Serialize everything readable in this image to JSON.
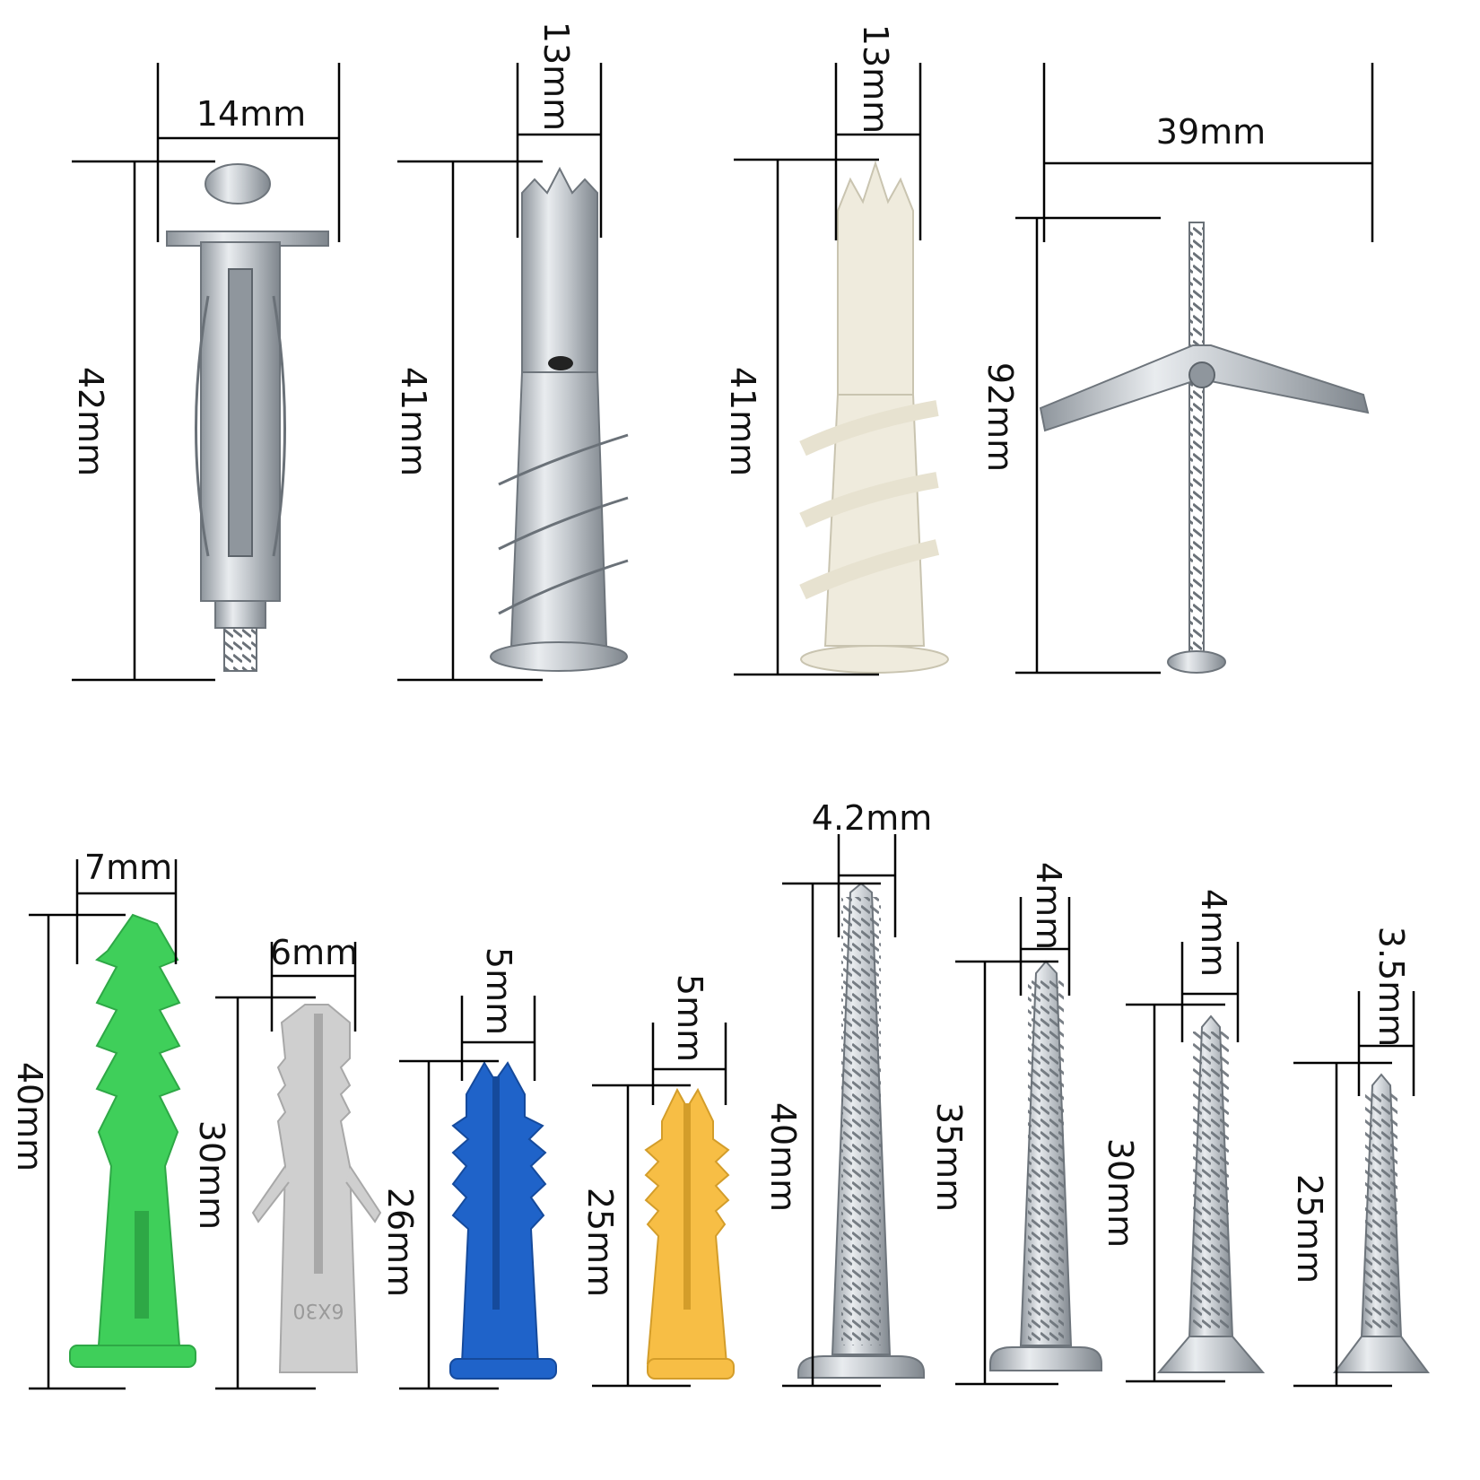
{
  "items": [
    {
      "id": "molly-bolt",
      "width_label": "14mm",
      "length_label": "42mm"
    },
    {
      "id": "metal-drywall-anchor",
      "width_label": "13mm",
      "length_label": "41mm"
    },
    {
      "id": "plastic-drywall-anchor",
      "width_label": "13mm",
      "length_label": "41mm"
    },
    {
      "id": "toggle-bolt",
      "width_label": "39mm",
      "length_label": "92mm"
    },
    {
      "id": "green-plug",
      "width_label": "7mm",
      "length_label": "40mm",
      "color": "#3fcf5a"
    },
    {
      "id": "grey-plug",
      "width_label": "6mm",
      "length_label": "30mm",
      "color": "#c9c9c9",
      "marking": "6X30"
    },
    {
      "id": "blue-plug",
      "width_label": "5mm",
      "length_label": "26mm",
      "color": "#1f63c9"
    },
    {
      "id": "yellow-plug",
      "width_label": "5mm",
      "length_label": "25mm",
      "color": "#f7be45"
    },
    {
      "id": "screw-40",
      "width_label": "4.2mm",
      "length_label": "40mm"
    },
    {
      "id": "screw-35",
      "width_label": "4mm",
      "length_label": "35mm"
    },
    {
      "id": "screw-30",
      "width_label": "4mm",
      "length_label": "30mm"
    },
    {
      "id": "screw-25",
      "width_label": "3.5mm",
      "length_label": "25mm"
    }
  ]
}
